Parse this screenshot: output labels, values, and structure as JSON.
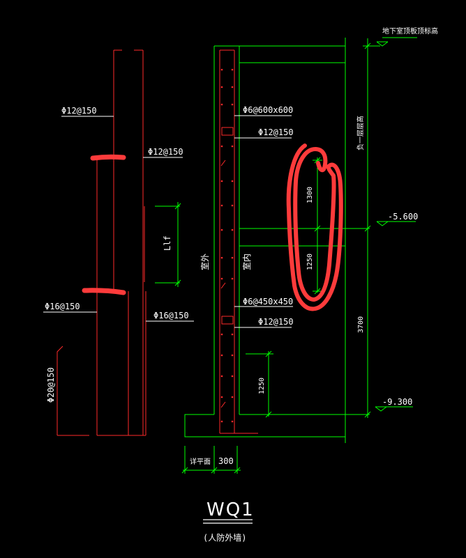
{
  "colors": {
    "background": "#000000",
    "wall_outline": "#ff2a2a",
    "rebar_label_line": "#ffffff",
    "dimension": "#00ff00",
    "highlight_marker": "#ff3b3b"
  },
  "left_detail": {
    "top_rebar_label": "Φ12@150",
    "right_rebar_label_upper": "Φ12@150",
    "lap_label": "Llf",
    "bottom_rebar_label": "Φ16@150",
    "right_rebar_label_lower": "Φ16@150",
    "vertical_label": "Φ20@150"
  },
  "section": {
    "top_level_label": "地下室顶板顶标高",
    "story_label": "负一层层高",
    "level_mid": "-5.600",
    "level_bottom": "-9.300",
    "stirrup_upper": "Φ6@600x600",
    "bar_upper": "Φ12@150",
    "stirrup_lower": "Φ6@450x450",
    "bar_lower": "Φ12@150",
    "outside_label": "室外",
    "inside_label": "室内",
    "dim_1300": "1300",
    "dim_1250_mid": "1250",
    "dim_1250_low": "1250",
    "dim_3700": "3700",
    "dim_base_left": "详平面",
    "dim_base_right": "300"
  },
  "title_block": {
    "title": "WQ1",
    "subtitle": "(人防外墙)"
  }
}
